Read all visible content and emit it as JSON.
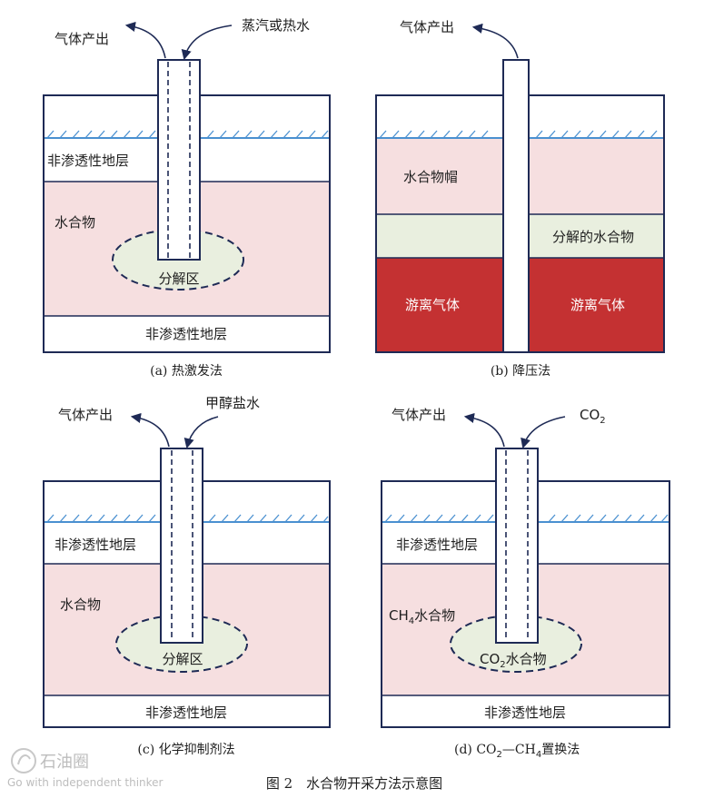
{
  "panel_a": {
    "gas_out": "气体产出",
    "inject": "蒸汽或热水",
    "layer_top": "非渗透性地层",
    "hydrate": "水合物",
    "zone": "分解区",
    "layer_bottom": "非渗透性地层",
    "caption": "(a) 热激发法"
  },
  "panel_b": {
    "gas_out": "气体产出",
    "cap": "水合物帽",
    "decomposed": "分解的水合物",
    "free_gas_left": "游离气体",
    "free_gas_right": "游离气体",
    "caption": "(b) 降压法"
  },
  "panel_c": {
    "gas_out": "气体产出",
    "inject": "甲醇盐水",
    "layer_top": "非渗透性地层",
    "hydrate": "水合物",
    "zone": "分解区",
    "layer_bottom": "非渗透性地层",
    "caption": "(c) 化学抑制剂法"
  },
  "panel_d": {
    "gas_out": "气体产出",
    "inject_main": "CO",
    "inject_sub": "2",
    "layer_top": "非渗透性地层",
    "hydrate_main": "CH",
    "hydrate_sub": "4",
    "hydrate_suffix": "水合物",
    "zone_main": "CO",
    "zone_sub": "2",
    "zone_suffix": "水合物",
    "layer_bottom": "非渗透性地层",
    "caption_prefix": "(d) CO",
    "caption_sub1": "2",
    "caption_mid": "—CH",
    "caption_sub2": "4",
    "caption_suffix": "置换法"
  },
  "figure_caption": "图 2　水合物开采方法示意图",
  "watermark": {
    "brand": "石油圈",
    "slogan": "Go with independent thinker"
  },
  "colors": {
    "hydrate_pink": "#f6dfe0",
    "decomposition_green": "#e9efdf",
    "free_gas_red": "#c43132",
    "outline_navy": "#1e2a55",
    "surface_blue": "#4a90d0"
  }
}
